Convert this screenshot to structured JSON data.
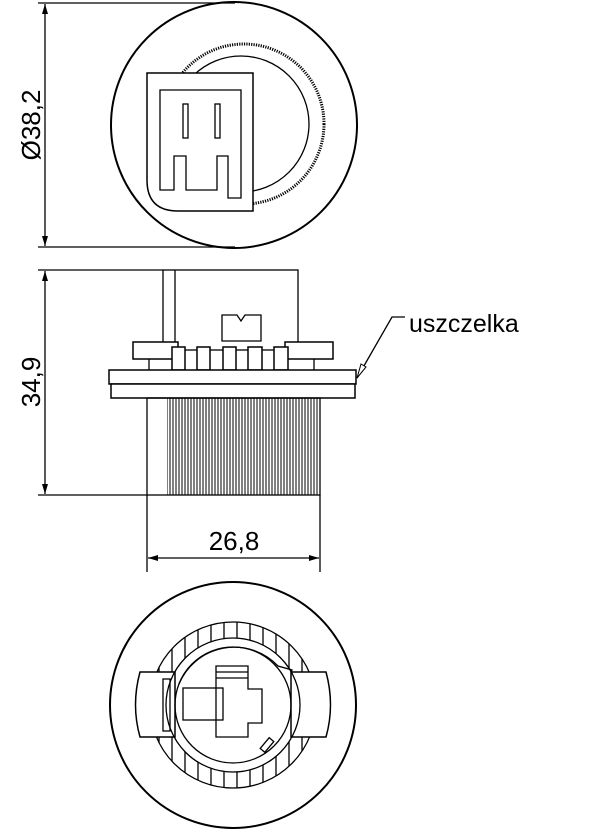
{
  "drawing": {
    "dimensions": {
      "diameter": "Ø38,2",
      "height": "34,9",
      "width": "26,8"
    },
    "callout": "uszczelka",
    "line_color": "#000000",
    "background": "#ffffff"
  }
}
